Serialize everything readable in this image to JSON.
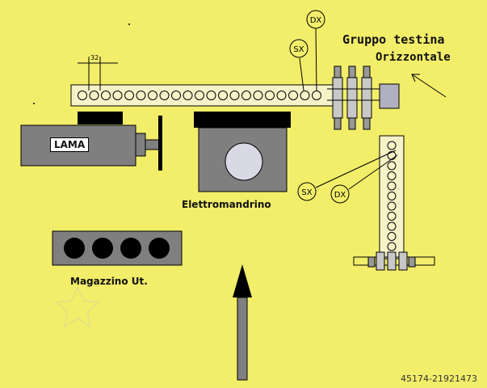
{
  "labels": {
    "gruppo": "Gruppo testina",
    "orizzontale": "Orizzontale",
    "lama": "LAMA",
    "elettromandrino": "Elettromandrino",
    "magazzino": "Magazzino Ut.",
    "sx_top": "SX",
    "dx_top": "DX",
    "sx_side": "SX",
    "dx_side": "DX",
    "dim_top": "32",
    "watermark": "45174-21921473"
  },
  "colors": {
    "background": "#f2ee6a",
    "machine_body": "#7f7f7f",
    "dark": "#000000",
    "head_bar": "#f6f3c8",
    "spindle_disc": "#d9d9e6",
    "arrow": "#808080"
  }
}
